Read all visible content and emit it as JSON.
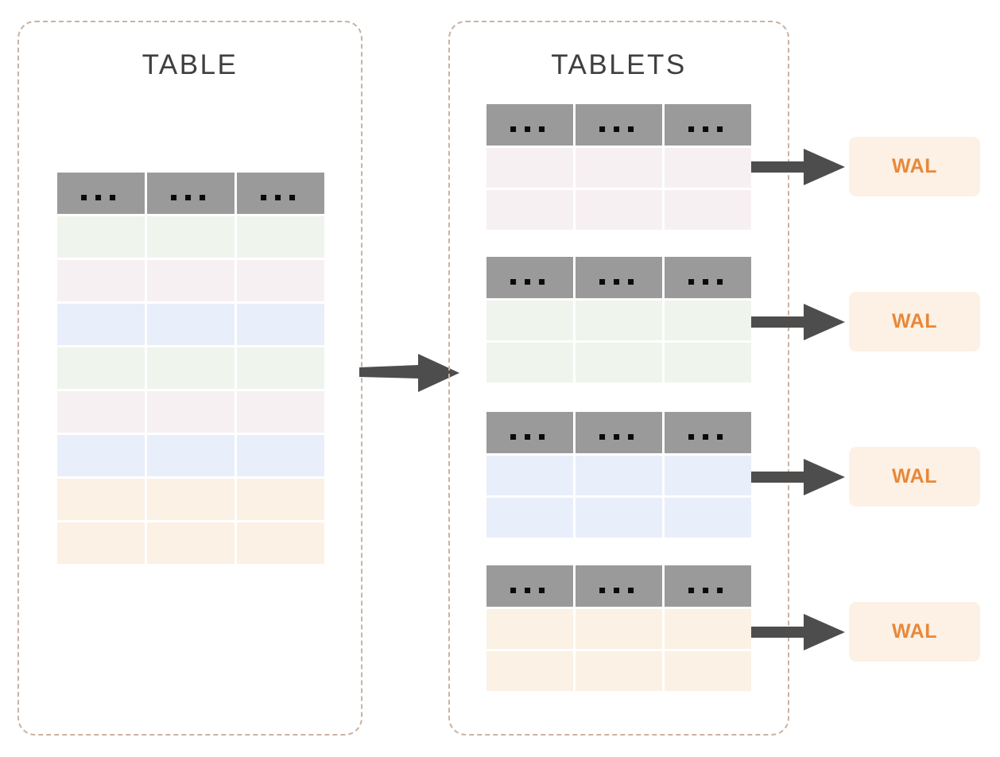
{
  "diagram": {
    "title_table": "TABLE",
    "title_tablets": "TABLETS",
    "cell_ellipsis": "...",
    "wal_label": "WAL"
  },
  "colors": {
    "panel_border": "#cbb2a0",
    "header_cell": "#9a9a9a",
    "dot": "#0a0a0a",
    "arrow": "#4d4d4d",
    "title_text": "#3f3f3f",
    "wal_bg": "#fcf1e4",
    "wal_text": "#e8883a",
    "row_green": "#eff4ec",
    "row_pink": "#f7f0f2",
    "row_blue": "#e8eefa",
    "row_orange": "#fbf1e4",
    "page_bg": "#ffffff"
  },
  "table_panel": {
    "name": "TABLE",
    "columns": 3,
    "header_row": {
      "cells": [
        "...",
        "...",
        "..."
      ]
    },
    "rows": [
      {
        "index": 1,
        "color_key": "row_green",
        "color": "#eff4ec"
      },
      {
        "index": 2,
        "color_key": "row_pink",
        "color": "#f7f0f2"
      },
      {
        "index": 3,
        "color_key": "row_blue",
        "color": "#e8eefa"
      },
      {
        "index": 4,
        "color_key": "row_green",
        "color": "#eff4ec"
      },
      {
        "index": 5,
        "color_key": "row_pink",
        "color": "#f7f0f2"
      },
      {
        "index": 6,
        "color_key": "row_blue",
        "color": "#e8eefa"
      },
      {
        "index": 7,
        "color_key": "row_orange",
        "color": "#fbf1e4"
      },
      {
        "index": 8,
        "color_key": "row_orange",
        "color": "#fbf1e4"
      }
    ]
  },
  "tablets_panel": {
    "name": "TABLETS",
    "tablets": [
      {
        "index": 1,
        "columns": 3,
        "header_row": {
          "cells": [
            "...",
            "...",
            "..."
          ]
        },
        "rows": [
          {
            "color_key": "row_pink",
            "color": "#f7f0f2"
          },
          {
            "color_key": "row_pink",
            "color": "#f7f0f2"
          }
        ],
        "wal_label": "WAL"
      },
      {
        "index": 2,
        "columns": 3,
        "header_row": {
          "cells": [
            "...",
            "...",
            "..."
          ]
        },
        "rows": [
          {
            "color_key": "row_green",
            "color": "#eff4ec"
          },
          {
            "color_key": "row_green",
            "color": "#eff4ec"
          }
        ],
        "wal_label": "WAL"
      },
      {
        "index": 3,
        "columns": 3,
        "header_row": {
          "cells": [
            "...",
            "...",
            "..."
          ]
        },
        "rows": [
          {
            "color_key": "row_blue",
            "color": "#e8eefa"
          },
          {
            "color_key": "row_blue",
            "color": "#e8eefa"
          }
        ],
        "wal_label": "WAL"
      },
      {
        "index": 4,
        "columns": 3,
        "header_row": {
          "cells": [
            "...",
            "...",
            "..."
          ]
        },
        "rows": [
          {
            "color_key": "row_orange",
            "color": "#fbf1e4"
          },
          {
            "color_key": "row_orange",
            "color": "#fbf1e4"
          }
        ],
        "wal_label": "WAL"
      }
    ]
  },
  "arrows": [
    {
      "name": "table-to-tablets-arrow",
      "direction": "right"
    },
    {
      "name": "tablet-1-to-wal-arrow",
      "direction": "right"
    },
    {
      "name": "tablet-2-to-wal-arrow",
      "direction": "right"
    },
    {
      "name": "tablet-3-to-wal-arrow",
      "direction": "right"
    },
    {
      "name": "tablet-4-to-wal-arrow",
      "direction": "right"
    }
  ]
}
